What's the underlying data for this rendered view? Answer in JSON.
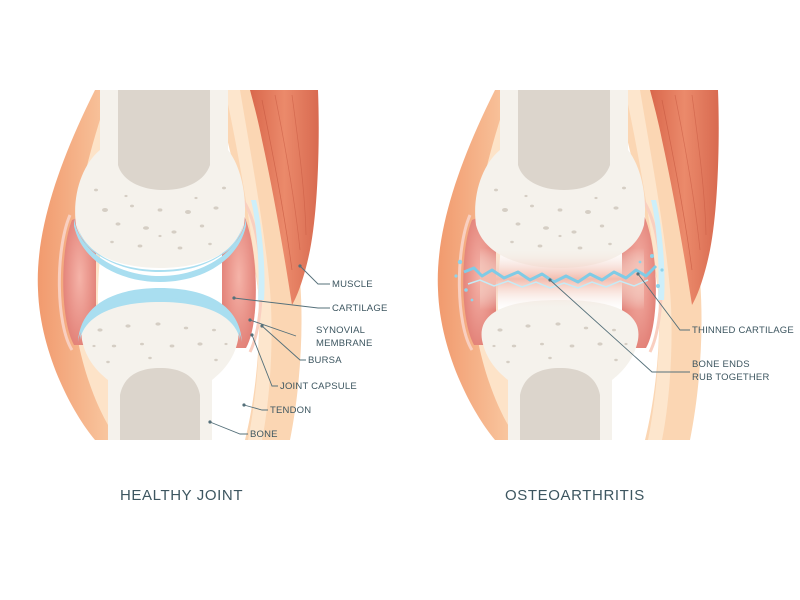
{
  "colors": {
    "background": "#ffffff",
    "bone": "#f5f2ec",
    "marrow": "#dcd5cc",
    "speckle": "#d8d2ca",
    "cartilage": "#a9def0",
    "synovial": "#e88a82",
    "synovial_light": "#f3c3b6",
    "skin_outer": "#f4a77c",
    "skin_inner": "#fbd8b5",
    "muscle": "#e37a5d",
    "tendon": "#f7dcc2",
    "bursa": "#cdeffa",
    "label_text": "#3d5660"
  },
  "healthy": {
    "caption": "HEALTHY JOINT",
    "labels": {
      "muscle": "MUSCLE",
      "cartilage": "CARTILAGE",
      "synovial_1": "SYNOVIAL",
      "synovial_2": "MEMBRANE",
      "bursa": "BURSA",
      "joint_capsule": "JOINT CAPSULE",
      "tendon": "TENDON",
      "bone": "BONE"
    }
  },
  "osteo": {
    "caption": "OSTEOARTHRITIS",
    "labels": {
      "thinned_cartilage": "THINNED CARTILAGE",
      "bone_ends_1": "BONE ENDS",
      "bone_ends_2": "RUB TOGETHER"
    }
  }
}
